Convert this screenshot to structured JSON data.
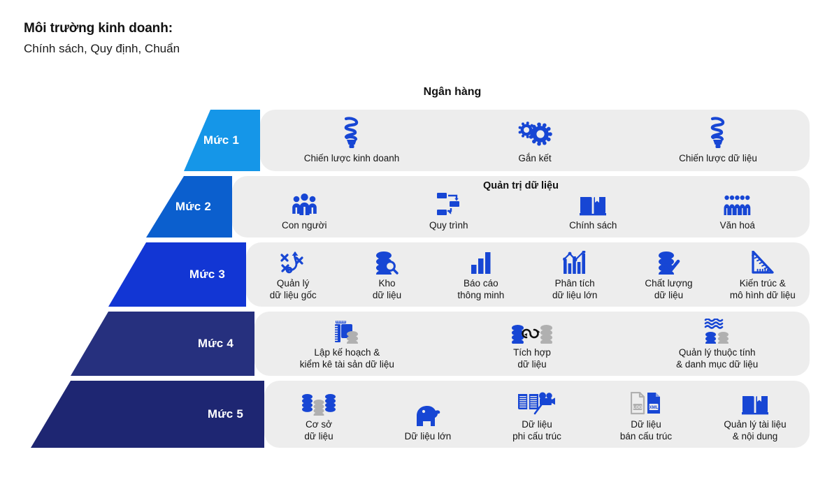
{
  "header": {
    "line1": "Môi trường kinh doanh:",
    "line2": "Chính sách, Quy định, Chuẩn"
  },
  "pyramid_title": "Ngân hàng",
  "colors": {
    "level1": "#1596E8",
    "level2": "#0B5FCE",
    "level3": "#1236D4",
    "level4": "#26307E",
    "level5": "#1E2672",
    "panel": "#ededed",
    "icon_blue": "#1746D4",
    "icon_gray": "#b0b0b0"
  },
  "levels": [
    {
      "label": "Mức 1",
      "panel_title": "",
      "items": [
        {
          "label": "Chiến lược kinh doanh",
          "icon": "cfl-bulb-icon"
        },
        {
          "label": "Gắn kết",
          "icon": "gears-icon"
        },
        {
          "label": "Chiến lược dữ liệu",
          "icon": "cfl-bulb-icon"
        }
      ]
    },
    {
      "label": "Mức 2",
      "panel_title": "Quản trị dữ liệu",
      "items": [
        {
          "label": "Con người",
          "icon": "people-group-icon"
        },
        {
          "label": "Quy trình",
          "icon": "process-flow-icon"
        },
        {
          "label": "Chính sách",
          "icon": "open-book-icon"
        },
        {
          "label": "Văn hoá",
          "icon": "crowd-icon"
        }
      ]
    },
    {
      "label": "Mức 3",
      "panel_title": "",
      "items": [
        {
          "label": "Quản lý\ndữ liệu gốc",
          "icon": "strategy-icon"
        },
        {
          "label": "Kho\ndữ liệu",
          "icon": "database-search-icon"
        },
        {
          "label": "Báo cáo\nthông minh",
          "icon": "bar-chart-icon"
        },
        {
          "label": "Phân tích\ndữ liệu lớn",
          "icon": "analytics-chart-icon"
        },
        {
          "label": "Chất lượng\ndữ liệu",
          "icon": "database-check-icon"
        },
        {
          "label": "Kiến trúc &\nmô hình dữ liệu",
          "icon": "ruler-triangle-icon"
        }
      ]
    },
    {
      "label": "Mức 4",
      "panel_title": "",
      "items": [
        {
          "label": "Lập kế hoạch &\nkiểm kê tài sản dữ liệu",
          "icon": "clipboard-database-icon"
        },
        {
          "label": "Tích hợp\ndữ liệu",
          "icon": "data-integration-icon"
        },
        {
          "label": "Quản lý thuộc tính\n& danh mục dữ liệu",
          "icon": "metadata-icon"
        }
      ]
    },
    {
      "label": "Mức 5",
      "panel_title": "",
      "items": [
        {
          "label": "Cơ sở\ndữ liệu",
          "icon": "database-cluster-icon"
        },
        {
          "label": "Dữ liệu lớn",
          "icon": "elephant-icon"
        },
        {
          "label": "Dữ liệu\nphi cấu trúc",
          "icon": "book-camera-icon"
        },
        {
          "label": "Dữ liệu\nbán cấu trúc",
          "icon": "log-xml-files-icon"
        },
        {
          "label": "Quản lý tài liệu\n& nội dung",
          "icon": "open-book-icon"
        }
      ]
    }
  ]
}
